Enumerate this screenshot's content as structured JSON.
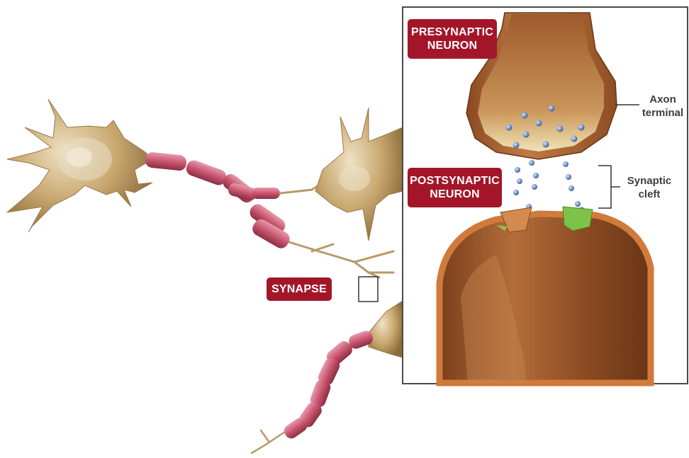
{
  "labels": {
    "synapse": "SYNAPSE",
    "presynaptic_line1": "PRESYNAPTIC",
    "presynaptic_line2": "NEURON",
    "postsynaptic_line1": "POSTSYNAPTIC",
    "postsynaptic_line2": "NEURON",
    "axon_terminal_line1": "Axon",
    "axon_terminal_line2": "terminal",
    "synaptic_cleft_line1": "Synaptic",
    "synaptic_cleft_line2": "cleft"
  },
  "colors": {
    "label_bg": "#a3162a",
    "myelin": "#c8566e",
    "cell_body": "#c9a870",
    "terminal": "#b46a3c",
    "vesicle": "#6f8fc4",
    "receptor_green": "#7fc24a",
    "receptor_orange": "#d28a4e"
  }
}
